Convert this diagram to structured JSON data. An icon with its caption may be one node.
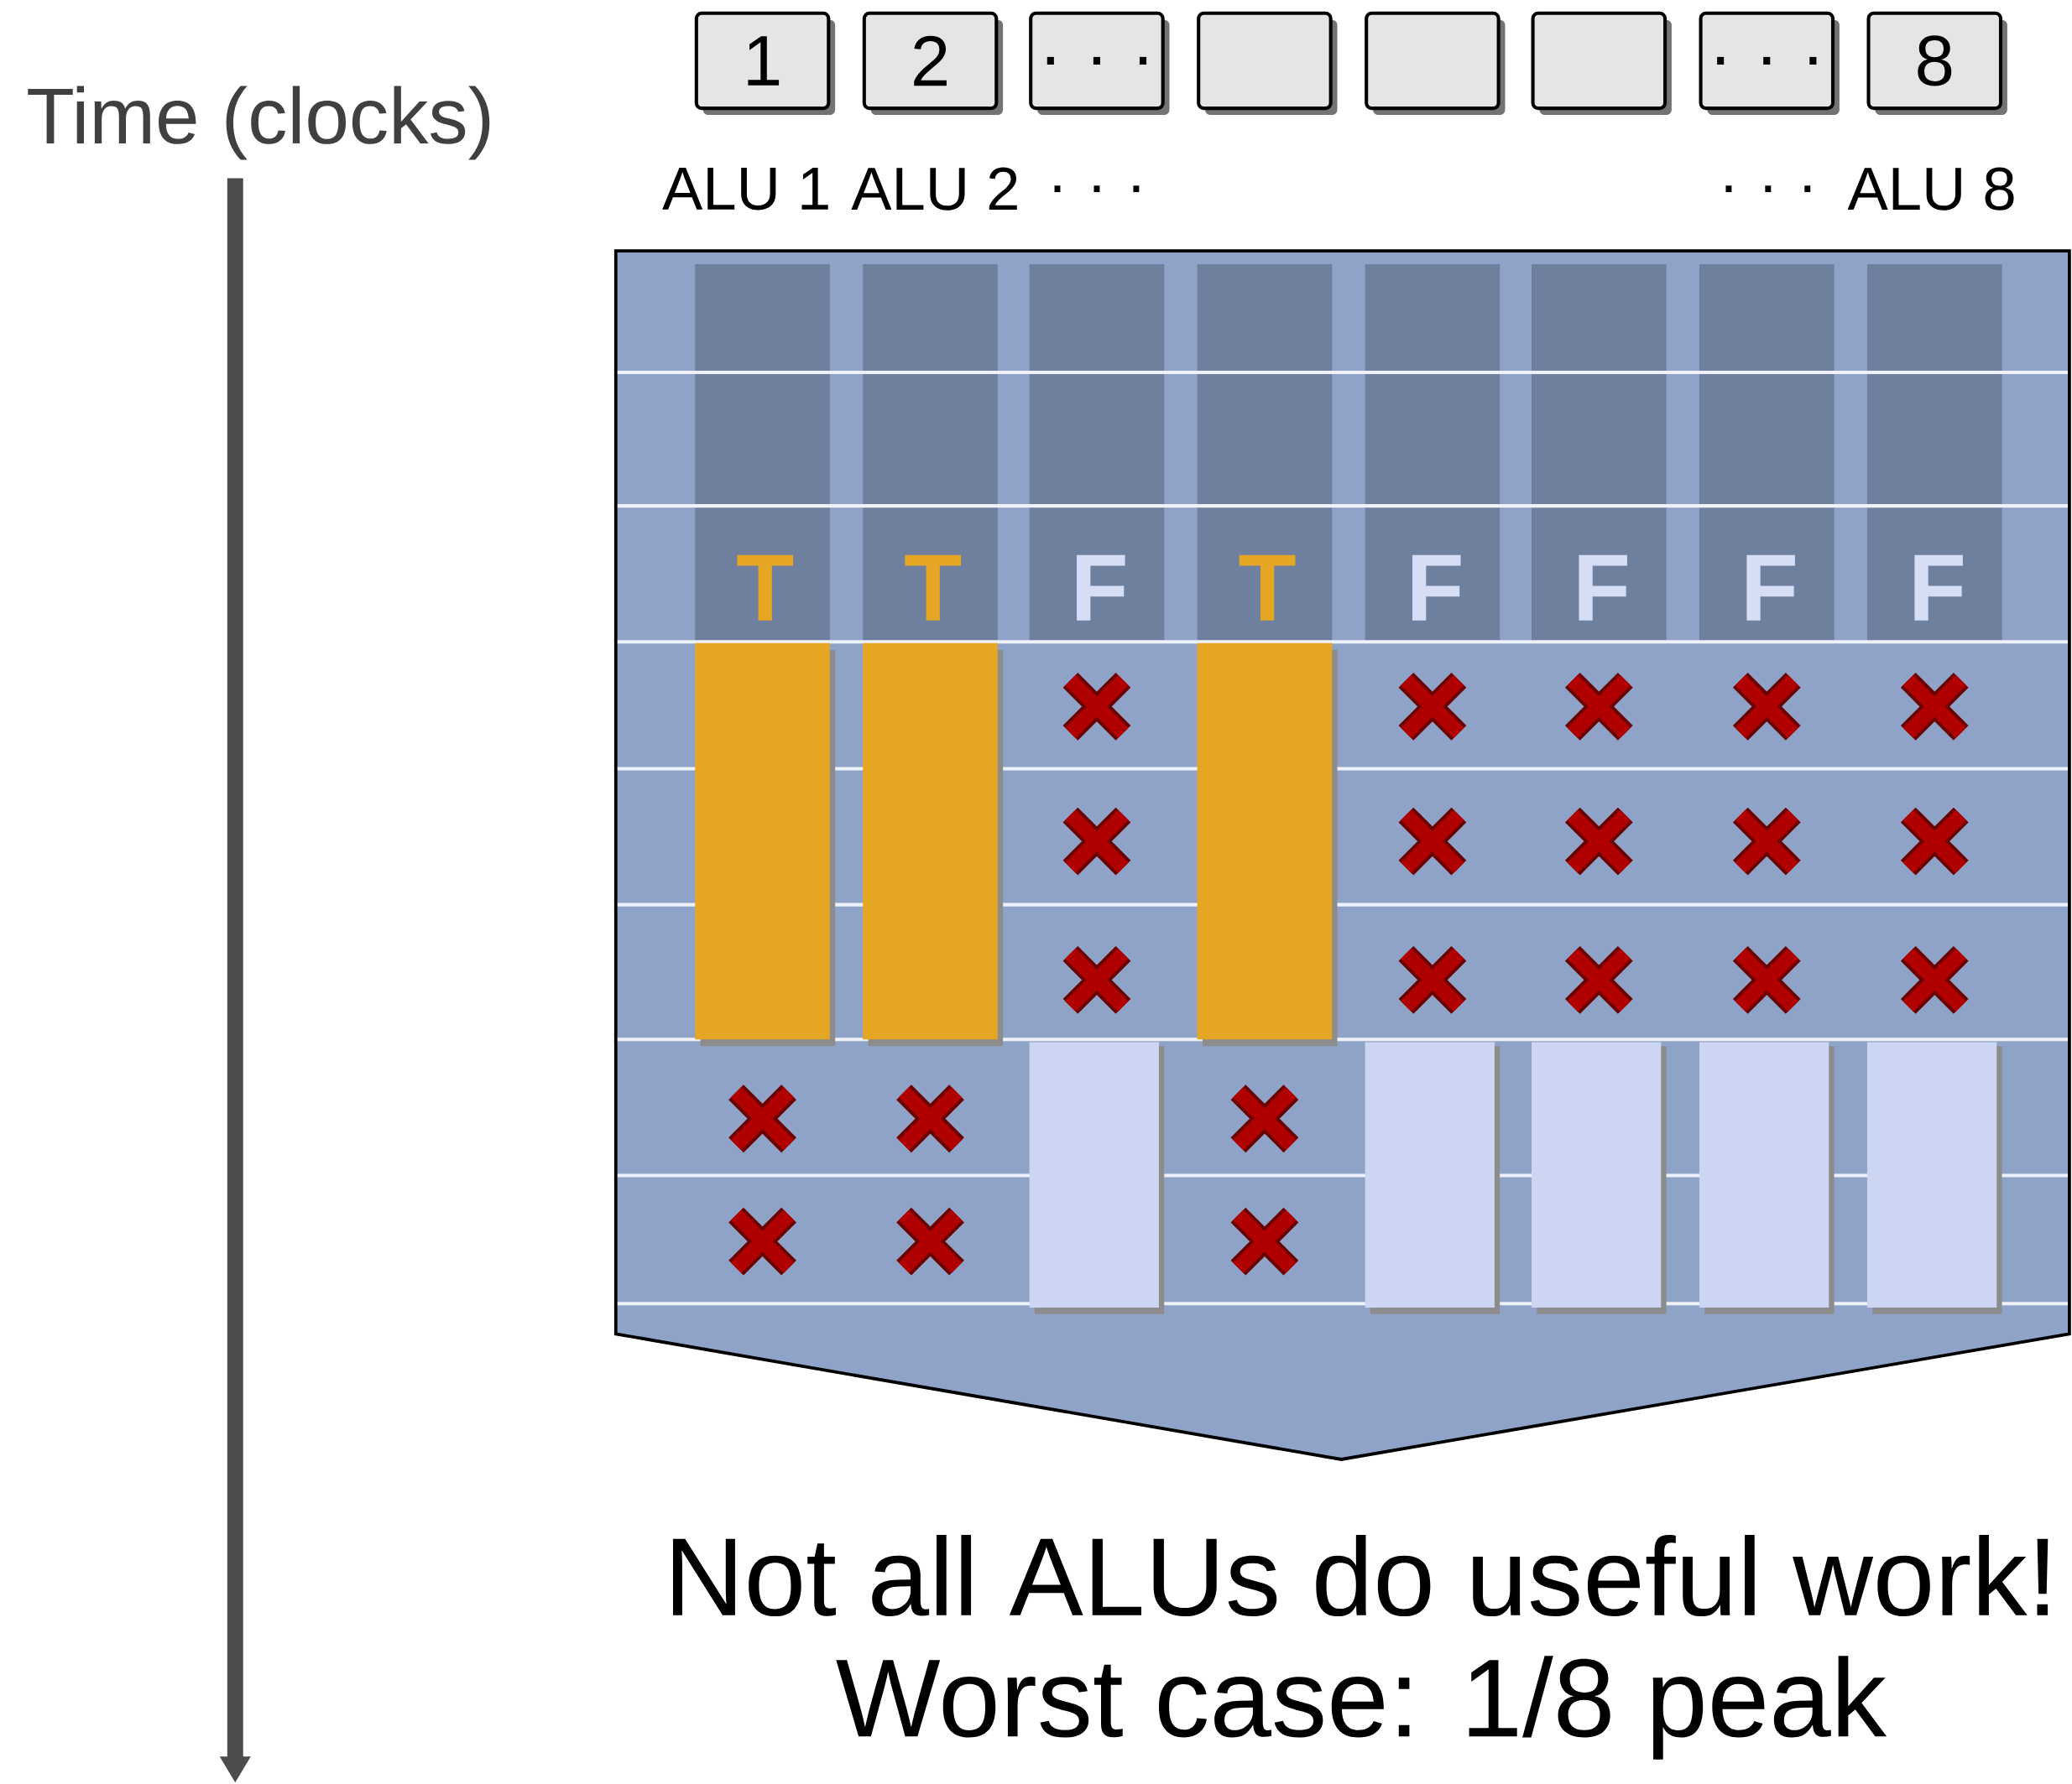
{
  "diagram": {
    "nodes": [
      {
        "text": [
          "1"
        ]
      },
      {
        "text": [
          "2"
        ]
      },
      {
        "text": [
          ". . ."
        ]
      },
      {
        "text": [],
        "shape": "box"
      },
      {
        "text": [],
        "shape": "box"
      },
      {
        "text": [],
        "shape": "box"
      },
      {
        "text": [
          ". . ."
        ]
      },
      {
        "text": [
          "8"
        ]
      }
    ],
    "edges": [],
    "labels": [
      "Time (clocks)",
      "ALU 1",
      "ALU 2",
      ". . .",
      ". . .",
      "ALU 8",
      "T",
      "T",
      "F",
      "T",
      "F",
      "F",
      "F",
      "F",
      "Not all ALUs do useful work!",
      "Worst case: 1/8 peak"
    ]
  }
}
